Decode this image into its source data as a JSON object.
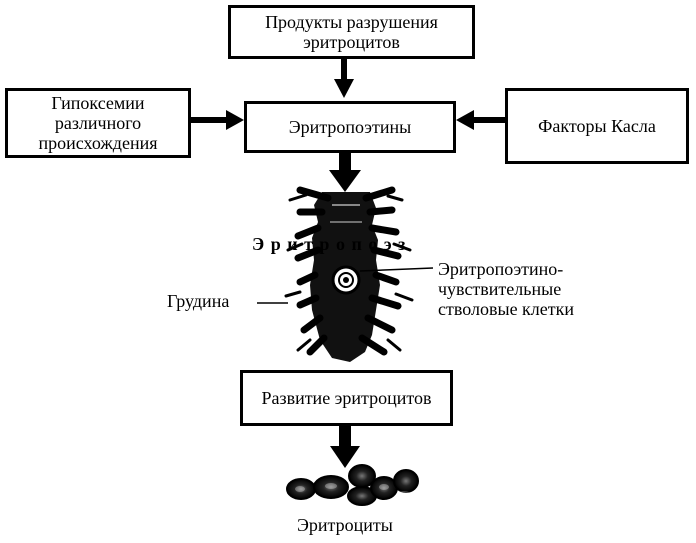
{
  "boxes": {
    "breakdown_products": {
      "line1": "Продукты разрушения",
      "line2": "эритроцитов"
    },
    "hypoxemia": {
      "line1": "Гипоксемии",
      "line2": "различного",
      "line3": "происхождения"
    },
    "erythropoietins": {
      "text": "Эритропоэтины"
    },
    "castle_factors": {
      "text": "Факторы Касла"
    },
    "rbc_development": {
      "text": "Развитие эритроцитов"
    }
  },
  "labels": {
    "erythropoiesis": "Э р и т р о п о э з",
    "sternum": "Грудина",
    "stem_cells_line1": "Эритропоэтино-",
    "stem_cells_line2": "чувствительные",
    "stem_cells_line3": "стволовые клетки",
    "erythrocytes": "Эритроциты"
  }
}
